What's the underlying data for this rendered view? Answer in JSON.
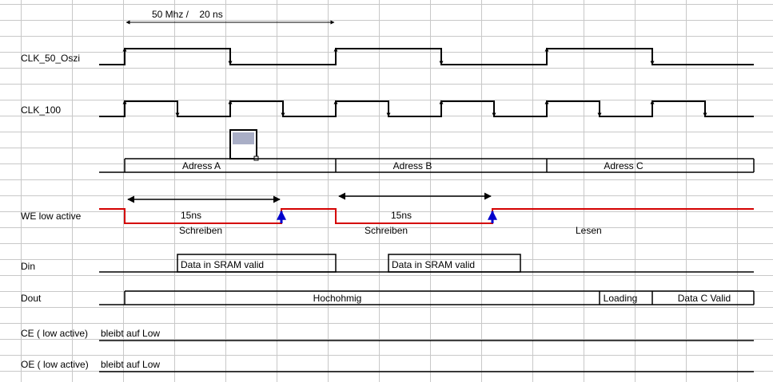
{
  "signals": {
    "clk50": "CLK_50_Oszi",
    "clk100": "CLK_100",
    "we": "WE low active",
    "din": "Din",
    "dout": "Dout",
    "ce": "CE ( low active)",
    "oe": "OE ( low active)"
  },
  "period_label": "50 Mhz /    20 ns",
  "address": [
    "Adress A",
    "Adress B",
    "Adress C"
  ],
  "we_pulse": [
    "15ns",
    "15ns"
  ],
  "phase": [
    "Schreiben",
    "Schreiben",
    "Lesen"
  ],
  "din_valid": [
    "Data in SRAM valid",
    "Data in SRAM valid"
  ],
  "dout_states": [
    "Hochohmig",
    "Loading",
    "Data C Valid"
  ],
  "ce_note": "bleibt auf Low",
  "oe_note": "bleibt auf Low",
  "colors": {
    "we_line": "#d40000",
    "we_edge": "#0000cc",
    "cell_selected": "#a9aec6"
  }
}
